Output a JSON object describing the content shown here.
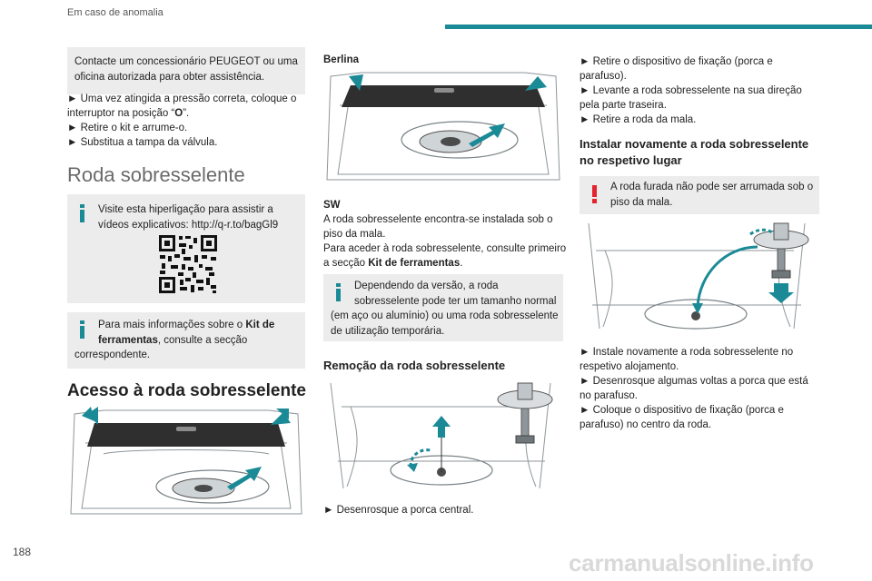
{
  "header": {
    "section": "Em caso de anomalia"
  },
  "footer": {
    "page_number": "188",
    "watermark": "carmanualsonline.info"
  },
  "col1": {
    "box_contact": [
      "Contacte um concessionário PEUGEOT ou uma",
      "oficina autorizada para obter assistência."
    ],
    "steps": [
      "► Uma vez atingida a pressão correta, coloque o",
      "interruptor na posição “",
      "O",
      "”.",
      "► Retire o kit e arrume-o.",
      "► Substitua a tampa da válvula."
    ],
    "title_spare": "Roda sobresselente",
    "box_video": [
      "Visite esta hiperligação para assistir a",
      "vídeos explicativos: http://q-r.to/bagGl9"
    ],
    "box_info": {
      "pre": "Para mais informações sobre o ",
      "bold1": "Kit de",
      "bold2": "ferramentas",
      "post": ", consulte a secção",
      "line3": "correspondente."
    },
    "title_access": "Acesso à roda sobresselente"
  },
  "col2": {
    "label_berlina": "Berlina",
    "label_sw": "SW",
    "sw_text": [
      "A roda sobresselente encontra-se instalada sob o",
      "piso da mala.",
      "Para aceder à roda sobresselente, consulte primeiro",
      "a secção "
    ],
    "sw_bold": "Kit de ferramentas",
    "sw_end": ".",
    "box_version": [
      "Dependendo da versão, a roda",
      "sobresselente pode ter um tamanho normal",
      "(em aço ou alumínio) ou uma roda sobresselente",
      "de utilização temporária."
    ],
    "title_removal": "Remoção da roda sobresselente",
    "step_unscrew": "► Desenrosque a porca central."
  },
  "col3": {
    "steps_top": [
      "► Retire o dispositivo de fixação (porca e",
      "parafuso).",
      "► Levante a roda sobresselente na sua direção",
      "pela parte traseira.",
      "► Retire a roda da mala."
    ],
    "title_reinstall": [
      "Instalar novamente a roda sobresselente",
      "no respetivo lugar"
    ],
    "box_warning": [
      "A roda furada não pode ser arrumada sob o",
      "piso da mala."
    ],
    "steps_bottom": [
      "► Instale novamente a roda sobresselente no",
      "respetivo alojamento.",
      "► Desenrosque algumas voltas a porca que está",
      "no parafuso.",
      "► Coloque o dispositivo de fixação (porca e",
      "parafuso) no centro da roda."
    ]
  },
  "colors": {
    "accent": "#1b8a97",
    "warning": "#e4232c",
    "box_bg": "#ececec"
  },
  "icons": [
    "info-icon",
    "warning-icon",
    "qr-code",
    "arrow-up-icon",
    "arrow-diagonal-icon"
  ]
}
